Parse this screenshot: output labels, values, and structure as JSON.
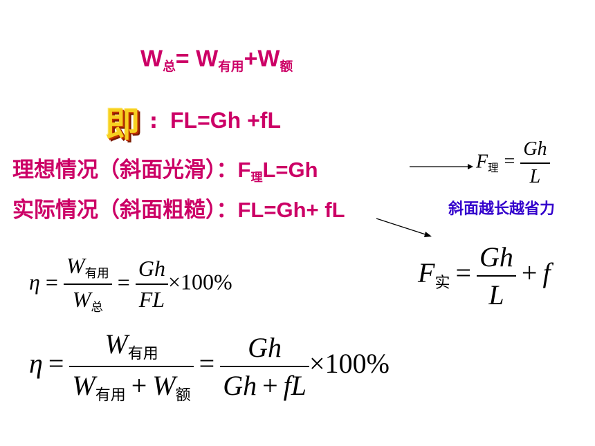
{
  "eq_total": {
    "w": "W",
    "sub_total": "总",
    "eq": "= ",
    "w2": "W",
    "sub_useful": "有用",
    "plus": "+W",
    "sub_extra": "额"
  },
  "ji": {
    "char": "即",
    "colon": ":"
  },
  "eq_fl": "FL=Gh +fL",
  "ideal": {
    "label": "理想情况（斜面光滑）：",
    "formula_f": "F",
    "formula_sub": "理",
    "formula_rest": "L=Gh",
    "rhs_f": "F",
    "rhs_sub": "理",
    "rhs_eq": "=",
    "rhs_num": "Gh",
    "rhs_den": "L"
  },
  "actual": {
    "label": "实际情况（斜面粗糙）：",
    "formula": "FL=Gh+ fL",
    "note": "斜面越长越省力",
    "rhs_f": "F",
    "rhs_sub": "实",
    "rhs_eq": "=",
    "rhs_num": "Gh",
    "rhs_den": "L",
    "rhs_plus": "+",
    "rhs_f2": "f"
  },
  "eta1": {
    "eta": "η",
    "eq1": "=",
    "num_w": "W",
    "num_sub": "有用",
    "den_w": "W",
    "den_sub": "总",
    "eq2": "=",
    "num2": "Gh",
    "den2": "FL",
    "times": "×100%"
  },
  "eta2": {
    "eta": "η",
    "eq1": "=",
    "num_w": "W",
    "num_sub": "有用",
    "den_w1": "W",
    "den_sub1": "有用",
    "den_plus": "+",
    "den_w2": "W",
    "den_sub2": "额",
    "eq2": "=",
    "num2": "Gh",
    "den2_a": "Gh",
    "den2_plus": "+",
    "den2_b": "fL",
    "times": "×100%"
  }
}
